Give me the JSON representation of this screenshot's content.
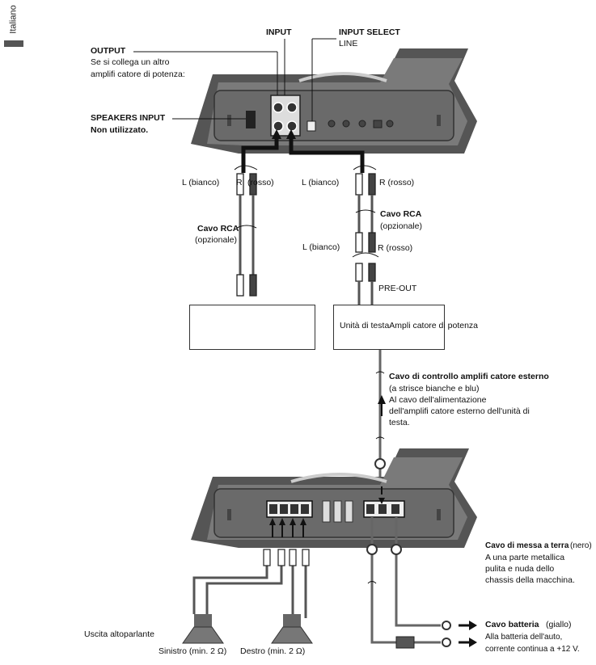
{
  "language_tab": "Italiano",
  "top_amp": {
    "input_label": "INPUT",
    "input_select_label": "INPUT SELECT",
    "input_select_value": "LINE",
    "output_label": "OUTPUT",
    "output_desc_1": "Se si collega un altro",
    "output_desc_2": "amplifi catore di potenza:",
    "speakers_input_label": "SPEAKERS INPUT",
    "speakers_input_desc": "Non utilizzato."
  },
  "cables": {
    "left_pair_l": "L (bianco)",
    "left_pair_r": "R",
    "left_pair_rosso": "(rosso)",
    "right_pair_l": "L (bianco)",
    "right_pair_r": "R (rosso)",
    "rca_left_title": "Cavo RCA",
    "rca_left_sub": "(opzionale)",
    "rca_right_title": "Cavo RCA",
    "rca_right_sub": "(opzionale)",
    "mid_l": "L (bianco)",
    "mid_r": "R (rosso)",
    "preout": "PRE-OUT"
  },
  "units": {
    "right_box_label": "Unità di testaAmpli catore di potenza"
  },
  "control_cable": {
    "title": "Cavo di controllo amplifi catore esterno",
    "line2": "(a strisce bianche e blu)",
    "line3": "Al cavo dell'alimentazione",
    "line4": "dell'amplifi catore esterno dell'unità di",
    "line5": "testa."
  },
  "ground": {
    "title": "Cavo di messa a terra",
    "color": "(nero)",
    "line2": "A una parte metallica",
    "line3": "pulita e nuda dello",
    "line4": "chassis della macchina."
  },
  "battery": {
    "title": "Cavo batteria",
    "color": "(giallo)",
    "line2": "Alla batteria dell'auto,",
    "line3": "corrente continua a +12 V."
  },
  "speakers": {
    "output_label": "Uscita altoparlante",
    "left_label": "Sinistro (min. 2 Ω)",
    "right_label": "Destro (min. 2 Ω)"
  }
}
